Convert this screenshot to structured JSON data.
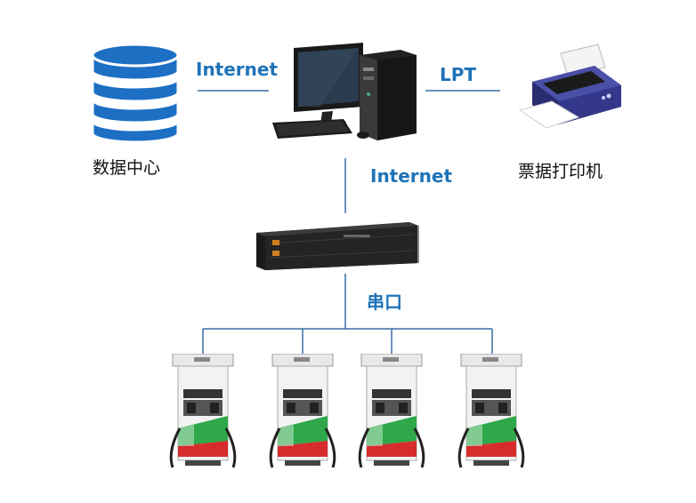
{
  "nodes": {
    "data_center": {
      "label": "数据中心",
      "icon": "database-icon"
    },
    "computer": {
      "icon": "desktop-computer-icon"
    },
    "printer": {
      "label": "票据打印机",
      "icon": "printer-icon"
    },
    "controller": {
      "icon": "rack-server-icon"
    },
    "dispensers": [
      {
        "icon": "fuel-dispenser-icon"
      },
      {
        "icon": "fuel-dispenser-icon"
      },
      {
        "icon": "fuel-dispenser-icon"
      },
      {
        "icon": "fuel-dispenser-icon"
      }
    ]
  },
  "connections": {
    "db_to_pc": "Internet",
    "pc_to_printer": "LPT",
    "pc_to_controller": "Internet",
    "controller_to_dispensers": "串口"
  },
  "colors": {
    "label_blue": "#1e73b8",
    "line": "#3a6ea5",
    "db_blue": "#1d6fc4"
  }
}
